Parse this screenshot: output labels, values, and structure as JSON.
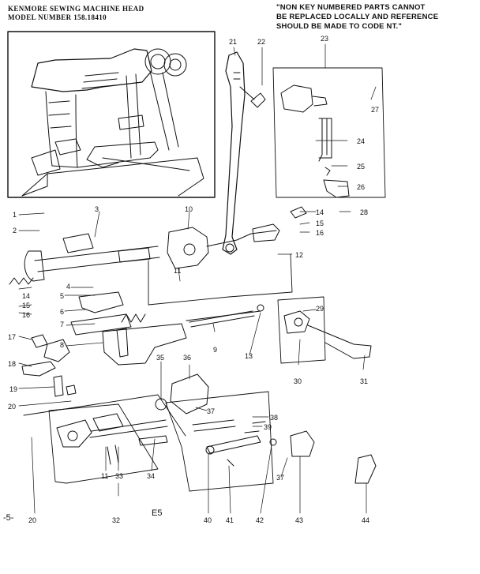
{
  "header": {
    "title_line1": "KENMORE SEWING MACHINE HEAD",
    "title_line2": "MODEL NUMBER 158.18410"
  },
  "note": {
    "line1": "\"NON KEY NUMBERED PARTS CANNOT",
    "line2": "BE REPLACED LOCALLY AND REFERENCE",
    "line3": "SHOULD BE MADE TO CODE NT.\""
  },
  "callouts": [
    {
      "id": "c1",
      "text": "1"
    },
    {
      "id": "c2",
      "text": "2"
    },
    {
      "id": "c3",
      "text": "3"
    },
    {
      "id": "c4",
      "text": "4"
    },
    {
      "id": "c5",
      "text": "5"
    },
    {
      "id": "c6",
      "text": "6"
    },
    {
      "id": "c7",
      "text": "7"
    },
    {
      "id": "c8",
      "text": "8"
    },
    {
      "id": "c9",
      "text": "9"
    },
    {
      "id": "c10",
      "text": "10"
    },
    {
      "id": "c11",
      "text": "11"
    },
    {
      "id": "c11b",
      "text": "11"
    },
    {
      "id": "c12",
      "text": "12"
    },
    {
      "id": "c13",
      "text": "13"
    },
    {
      "id": "c14",
      "text": "14"
    },
    {
      "id": "c14b",
      "text": "14"
    },
    {
      "id": "c15",
      "text": "15"
    },
    {
      "id": "c15b",
      "text": "15"
    },
    {
      "id": "c16",
      "text": "16"
    },
    {
      "id": "c16b",
      "text": "16"
    },
    {
      "id": "c17",
      "text": "17"
    },
    {
      "id": "c18",
      "text": "18"
    },
    {
      "id": "c19",
      "text": "19"
    },
    {
      "id": "c20",
      "text": "20"
    },
    {
      "id": "c20b",
      "text": "20"
    },
    {
      "id": "c21",
      "text": "21"
    },
    {
      "id": "c22",
      "text": "22"
    },
    {
      "id": "c23",
      "text": "23"
    },
    {
      "id": "c24",
      "text": "24"
    },
    {
      "id": "c25",
      "text": "25"
    },
    {
      "id": "c26",
      "text": "26"
    },
    {
      "id": "c27",
      "text": "27"
    },
    {
      "id": "c28",
      "text": "28"
    },
    {
      "id": "c29",
      "text": "29"
    },
    {
      "id": "c30",
      "text": "30"
    },
    {
      "id": "c31",
      "text": "31"
    },
    {
      "id": "c32",
      "text": "32"
    },
    {
      "id": "c33",
      "text": "33"
    },
    {
      "id": "c34",
      "text": "34"
    },
    {
      "id": "c35",
      "text": "35"
    },
    {
      "id": "c36",
      "text": "36"
    },
    {
      "id": "c37",
      "text": "37"
    },
    {
      "id": "c37b",
      "text": "37"
    },
    {
      "id": "c38",
      "text": "38"
    },
    {
      "id": "c39",
      "text": "39"
    },
    {
      "id": "c40",
      "text": "40"
    },
    {
      "id": "c41",
      "text": "41"
    },
    {
      "id": "c42",
      "text": "42"
    },
    {
      "id": "c43",
      "text": "43"
    },
    {
      "id": "c44",
      "text": "44"
    }
  ],
  "footer": {
    "page_number": "-5-",
    "code": "E5"
  }
}
